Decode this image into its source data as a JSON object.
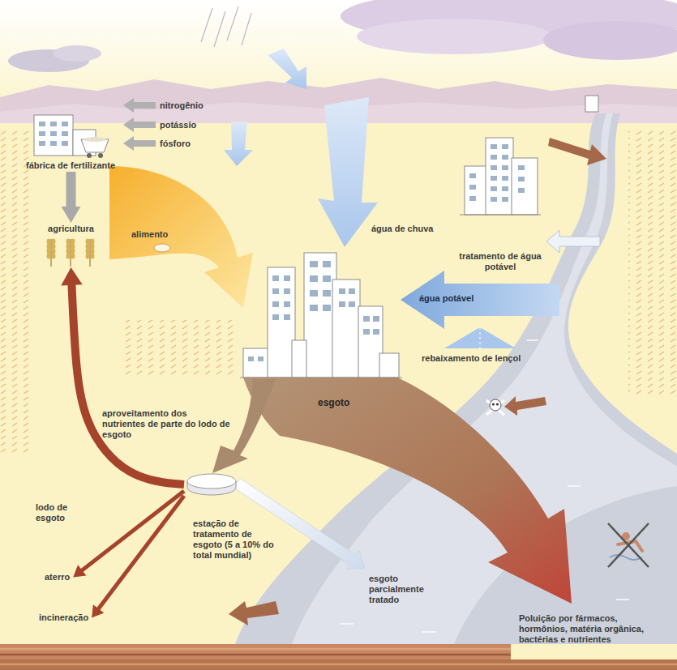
{
  "diagram": {
    "nodes": [
      {
        "text": [
          "fábrica de fertilizante"
        ]
      },
      {
        "text": [
          "agricultura"
        ]
      },
      {
        "text": [
          "tratamento de água potável"
        ]
      },
      {
        "text": [
          "estação de tratamento de esgoto (5 a 10% do total mundial)"
        ]
      },
      {
        "text": [
          "aterro"
        ]
      },
      {
        "text": [
          "incineração"
        ]
      }
    ],
    "edges": [
      {
        "from": 0,
        "to": 1,
        "arrow": "to"
      },
      {
        "from": 3,
        "to": 1,
        "arrow": "to",
        "label": "aproveitamento dos nutrientes de parte do lodo de esgoto"
      },
      {
        "from": 3,
        "to": 4,
        "arrow": "to"
      },
      {
        "from": 3,
        "to": 5,
        "arrow": "to"
      }
    ],
    "labels": [
      "nitrogênio",
      "potássio",
      "fósforo",
      "alimento",
      "água de chuva",
      "água potável",
      "rebaixamento de lençol",
      "esgoto",
      "lodo de esgoto",
      "esgoto parcialmente tratado",
      "Poluição por fármacos, hormônios, matéria orgânica, bactérias e nutrientes"
    ]
  }
}
